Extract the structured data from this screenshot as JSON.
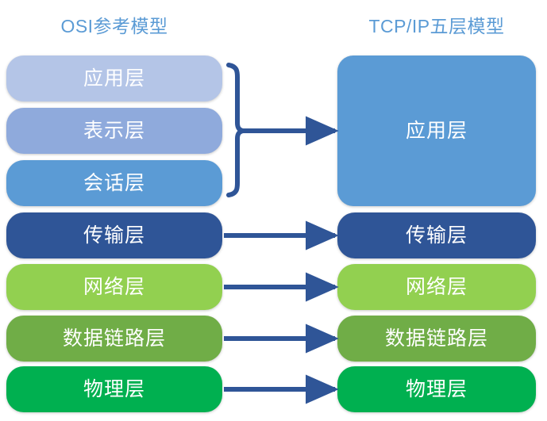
{
  "diagram": {
    "title_left": "OSI参考模型",
    "title_right": "TCP/IP五层模型",
    "title_color": "#5b9bd5",
    "background": "#ffffff",
    "connector_color": "#2f5597"
  },
  "osi": {
    "layers": [
      {
        "label": "应用层",
        "color": "#b4c5e7"
      },
      {
        "label": "表示层",
        "color": "#8faadc"
      },
      {
        "label": "会话层",
        "color": "#5b9bd5"
      },
      {
        "label": "传输层",
        "color": "#2f5597"
      },
      {
        "label": "网络层",
        "color": "#92d050"
      },
      {
        "label": "数据链路层",
        "color": "#70ad47"
      },
      {
        "label": "物理层",
        "color": "#00b050"
      }
    ]
  },
  "tcpip": {
    "layers": [
      {
        "label": "应用层",
        "color": "#5b9bd5"
      },
      {
        "label": "传输层",
        "color": "#2f5597"
      },
      {
        "label": "网络层",
        "color": "#92d050"
      },
      {
        "label": "数据链路层",
        "color": "#70ad47"
      },
      {
        "label": "物理层",
        "color": "#00b050"
      }
    ]
  },
  "connectors": {
    "brace_label": "groups OSI application, presentation and session layers",
    "arrows": [
      {
        "from": "应用层/表示层/会话层",
        "to": "应用层"
      },
      {
        "from": "传输层",
        "to": "传输层"
      },
      {
        "from": "网络层",
        "to": "网络层"
      },
      {
        "from": "数据链路层",
        "to": "数据链路层"
      },
      {
        "from": "物理层",
        "to": "物理层"
      }
    ]
  }
}
